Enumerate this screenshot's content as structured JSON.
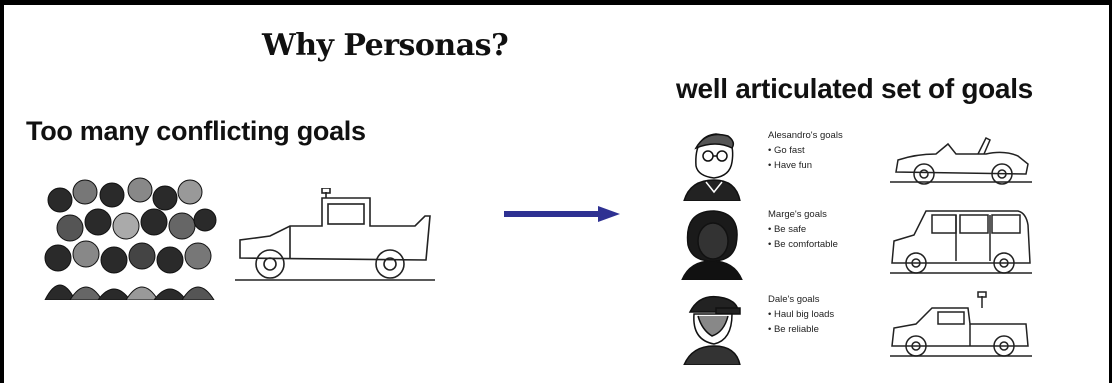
{
  "title": "Why Personas?",
  "left": {
    "heading": "Too many conflicting goals",
    "vehicle_icon": "truck-illustration",
    "crowd_icon": "crowd-illustration"
  },
  "arrow": {
    "color": "#2e3192"
  },
  "right": {
    "heading": "well articulated set of goals",
    "personas": [
      {
        "goals_title": "Alesandro's goals",
        "goals": [
          "Go fast",
          "Have fun"
        ],
        "car_icon": "convertible-illustration"
      },
      {
        "goals_title": "Marge's goals",
        "goals": [
          "Be safe",
          "Be comfortable"
        ],
        "car_icon": "minivan-illustration"
      },
      {
        "goals_title": "Dale's goals",
        "goals": [
          "Haul big loads",
          "Be reliable"
        ],
        "car_icon": "pickup-illustration"
      }
    ]
  }
}
